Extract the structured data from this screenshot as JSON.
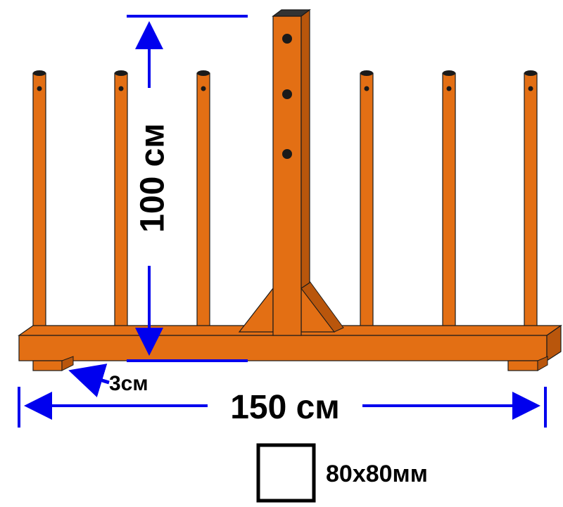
{
  "labels": {
    "height": "100 см",
    "width": "150 см",
    "foot": "3см",
    "profile": "80х80мм"
  },
  "colors": {
    "steel": "#E36F14",
    "steel_dark": "#B9560C",
    "outline": "#1a1a1a",
    "dimension": "#0000EE"
  },
  "icons": {
    "pin_hole": "dark-circle",
    "profile_section": "square-outline"
  }
}
